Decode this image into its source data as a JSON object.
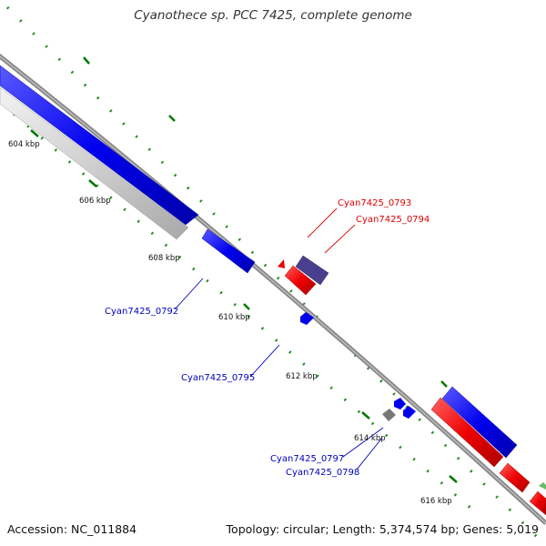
{
  "title": "Cyanothece sp. PCC 7425, complete genome",
  "accession": {
    "label": "Accession:",
    "value": "NC_011884"
  },
  "summary": {
    "topology_label": "Topology:",
    "topology": "circular",
    "length_label": "Length:",
    "length": "5,374,574 bp",
    "genes_label": "Genes:",
    "genes": "5,019"
  },
  "kbp_labels": [
    "604 kbp",
    "606 kbp",
    "608 kbp",
    "610 kbp",
    "612 kbp",
    "614 kbp",
    "616 kbp"
  ],
  "gene_labels": {
    "upper": [
      "Cyan7425_0793",
      "Cyan7425_0794"
    ],
    "lower": [
      "Cyan7425_0792",
      "Cyan7425_0795",
      "Cyan7425_0797",
      "Cyan7425_0798"
    ]
  },
  "colors": {
    "forward_gene": "#ee0000",
    "reverse_gene": "#0000ee",
    "highlight_gene": "#4a3f8c",
    "pseudo_gene": "#777777",
    "backbone": "#888888",
    "ruler_ticks": "#007700",
    "forward_label": "#dd0000",
    "reverse_label": "#0000bb"
  }
}
